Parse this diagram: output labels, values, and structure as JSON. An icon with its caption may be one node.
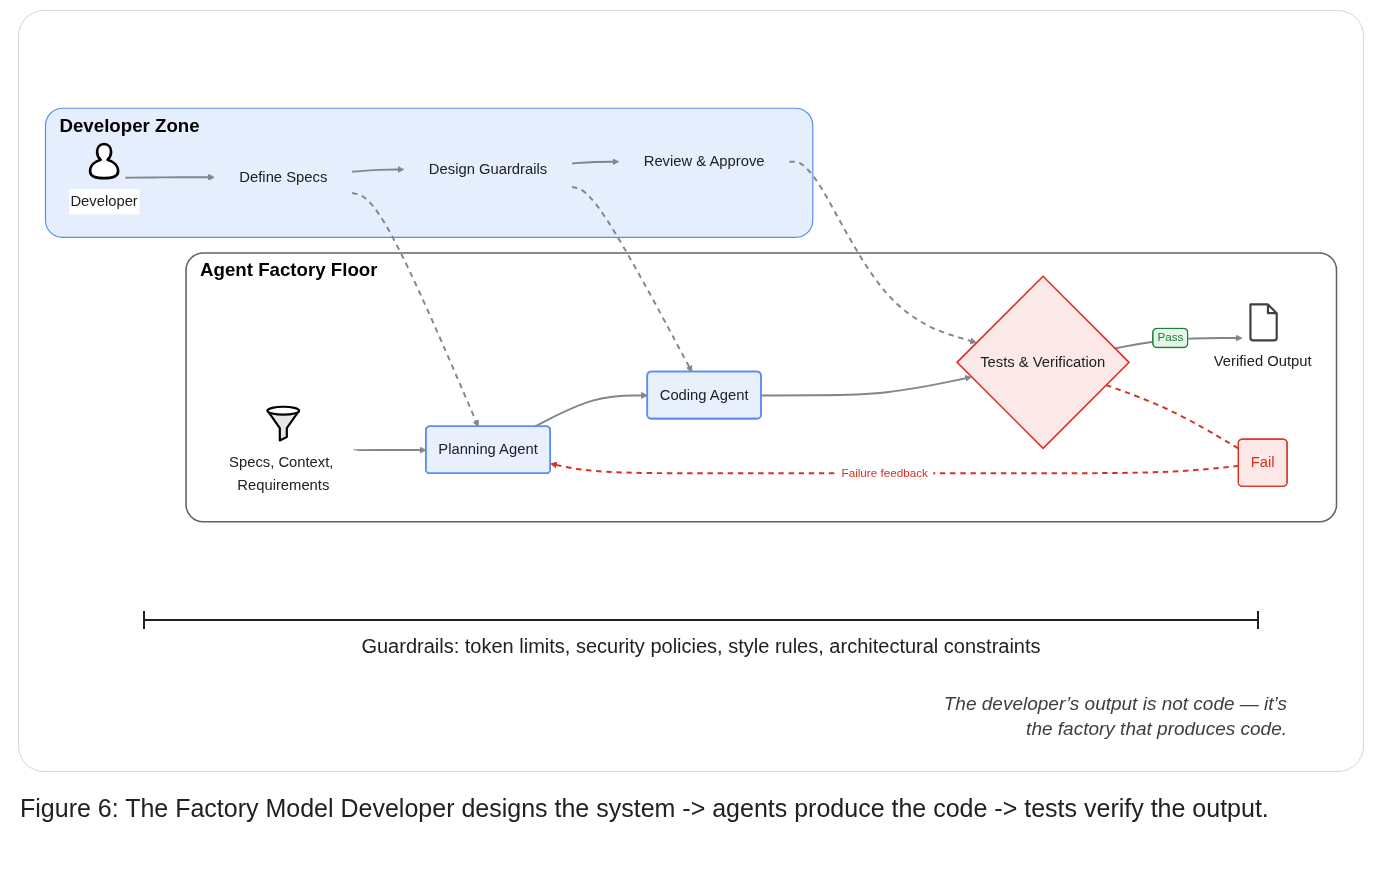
{
  "diagram": {
    "caption": "Figure 6: The Factory Model Developer designs the system -> agents produce the code -> tests verify the output.",
    "nodes": [
      {
        "text": [
          "Developer Zone"
        ]
      },
      {
        "text": [
          "Developer"
        ],
        "in": 0
      },
      {
        "text": [
          "Define Specs"
        ],
        "in": 0
      },
      {
        "text": [
          "Design Guardrails"
        ],
        "in": 0
      },
      {
        "text": [
          "Review & Approve"
        ],
        "in": 0
      },
      {
        "text": [
          "Agent Factory Floor"
        ]
      },
      {
        "text": [
          "Specs, Context, Requirements"
        ],
        "in": 5
      },
      {
        "text": [
          "Planning Agent"
        ],
        "in": 5
      },
      {
        "text": [
          "Coding Agent"
        ],
        "in": 5
      },
      {
        "text": [
          "Tests & Verification"
        ],
        "in": 5
      },
      {
        "text": [
          "Verified Output"
        ],
        "in": 5
      },
      {
        "text": [
          "Fail"
        ],
        "in": 5
      }
    ],
    "edges": [
      {
        "from": 1,
        "to": 2,
        "arrow": "to"
      },
      {
        "from": 2,
        "to": 3,
        "arrow": "to"
      },
      {
        "from": 3,
        "to": 4,
        "arrow": "to"
      },
      {
        "from": 2,
        "to": 7,
        "arrow": "to",
        "style": "dashed"
      },
      {
        "from": 3,
        "to": 8,
        "arrow": "to",
        "style": "dashed"
      },
      {
        "from": 4,
        "to": 9,
        "arrow": "to",
        "style": "dashed"
      },
      {
        "from": 6,
        "to": 7,
        "arrow": "to"
      },
      {
        "from": 7,
        "to": 8,
        "arrow": "to"
      },
      {
        "from": 8,
        "to": 9,
        "arrow": "to"
      },
      {
        "from": 9,
        "to": 10,
        "arrow": "to",
        "label": "Pass"
      },
      {
        "from": 9,
        "to": 11,
        "arrow": "none",
        "style": "dashed",
        "color": "#d93025"
      },
      {
        "from": 11,
        "to": 7,
        "arrow": "to",
        "style": "dashed",
        "color": "#d93025",
        "label": "Failure feedback"
      }
    ],
    "labels": [
      "Guardrails: token limits, security policies, style rules, architectural constraints",
      "The developer’s output is not code — it’s the factory that produces code."
    ]
  }
}
